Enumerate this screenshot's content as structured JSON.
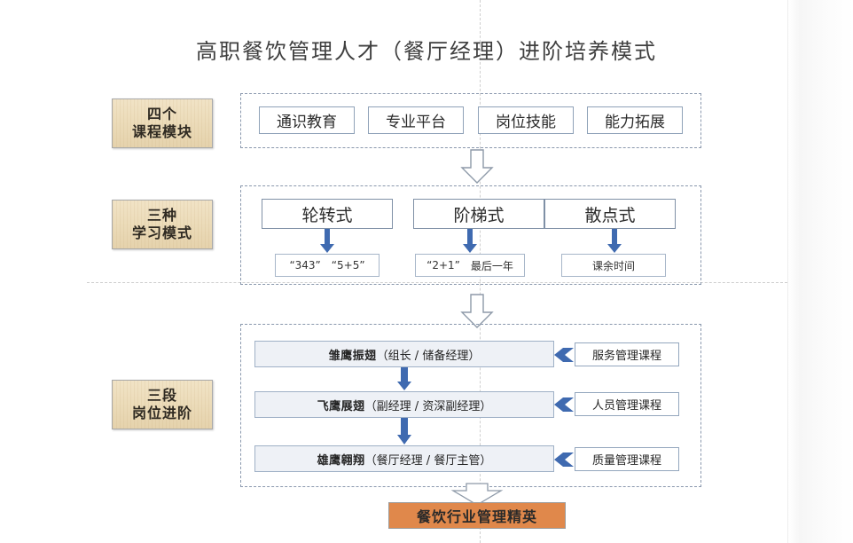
{
  "title": "高职餐饮管理人才（餐厅经理）进阶培养模式",
  "colors": {
    "label_fill": "#ecdcba",
    "stage_fill": "#eef1f6",
    "arrow_blue": "#3f6ab0",
    "result_fill": "#e0884b",
    "dashed_border": "#8a98ad"
  },
  "sections": [
    {
      "key": "modules",
      "label_line1": "四个",
      "label_line2": "课程模块",
      "items": [
        "通识教育",
        "专业平台",
        "岗位技能",
        "能力拓展"
      ]
    },
    {
      "key": "modes",
      "label_line1": "三种",
      "label_line2": "学习模式",
      "items": [
        "轮转式",
        "阶梯式",
        "散点式"
      ],
      "details": [
        {
          "a": "“343”",
          "b": "“5+5”"
        },
        {
          "a": "“2+1”",
          "b": "最后一年"
        },
        {
          "a": "课余时间",
          "b": ""
        }
      ]
    },
    {
      "key": "stages",
      "label_line1": "三段",
      "label_line2": "岗位进阶",
      "steps": [
        {
          "name": "雏鹰振翅",
          "role": "（组长 / 储备经理）",
          "course": "服务管理课程"
        },
        {
          "name": "飞鹰展翅",
          "role": "（副经理 / 资深副经理）",
          "course": "人员管理课程"
        },
        {
          "name": "雄鹰翱翔",
          "role": "（餐厅经理 / 餐厅主管）",
          "course": "质量管理课程"
        }
      ]
    }
  ],
  "result": "餐饮行业管理精英",
  "icons": {
    "hollow_down_arrow": "hollow-down-arrow-icon",
    "blue_down_arrow": "blue-down-arrow-icon",
    "blue_left_chevron": "blue-left-chevron-icon"
  }
}
